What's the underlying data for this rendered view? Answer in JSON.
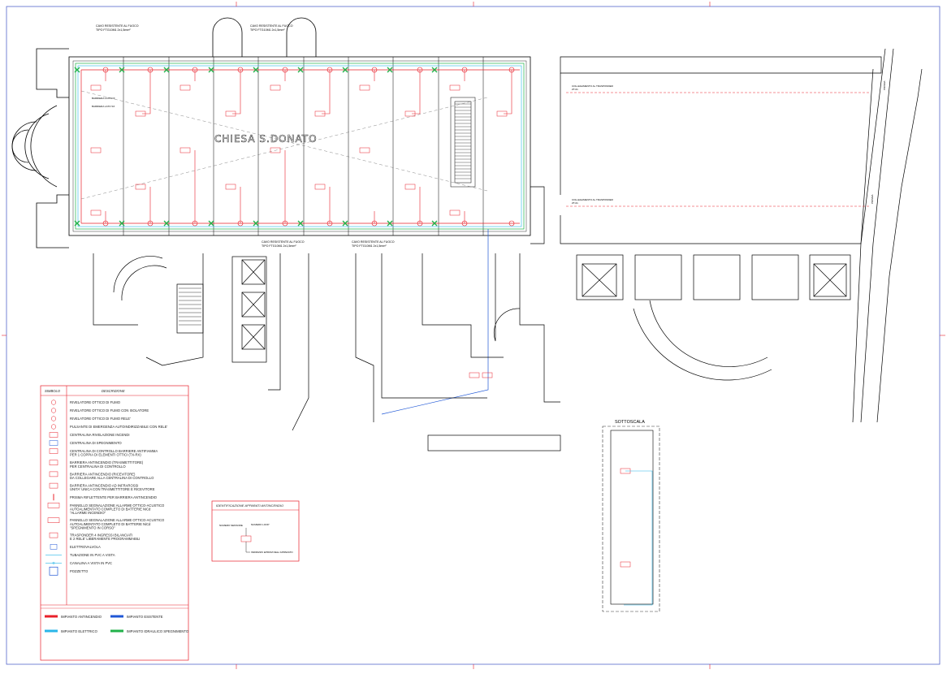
{
  "church_label": "CHIESA S.DONATO",
  "cable_notes": {
    "top_left": [
      "CAVO RESISTENTE AL FUOCO",
      "TIPO FTG10M1 2x1,5mm²"
    ],
    "top_mid": [
      "CAVO RESISTENTE AL FUOCO",
      "TIPO FTG10M1 2x1,5mm²"
    ],
    "bottom_left": [
      "CAVO RESISTENTE AL FUOCO",
      "TIPO FTG10M1 2x1,5mm²"
    ],
    "bottom_right": [
      "CAVO RESISTENTE AL FUOCO",
      "TIPO FTG10M1 2x1,5mm²"
    ]
  },
  "barrier_labels": [
    "BARRIERA LATO DX",
    "BARRIERA LATO SX"
  ],
  "transponder_notes": [
    [
      "COLLEGAMENTO AL TRASPONDER",
      "ZT-01"
    ],
    [
      "COLLEGAMENTO AL TRASPONDER",
      "ZT-01"
    ]
  ],
  "prism_labels": [
    "PRISMA",
    "PRISMA"
  ],
  "stair_note": [
    "SOTTOSCALA"
  ],
  "sottoscala_label": "SOTTOSCALA",
  "legend": {
    "col_symbol": "SIMBOLO",
    "col_desc": "DESCRIZIONE",
    "rows": [
      {
        "icon": "smoke-detector-icon",
        "text": [
          "RIVELATORE OTTICO DI FUMO"
        ]
      },
      {
        "icon": "smoke-detector-isolator-icon",
        "text": [
          "RIVELATORE OTTICO DI FUMO CON ISOLATORE"
        ]
      },
      {
        "icon": "smoke-detector-relay-icon",
        "text": [
          "RIVELATORE OTTICO DI FUMO RELE'"
        ]
      },
      {
        "icon": "emergency-button-icon",
        "text": [
          "PULSANTE DI EMERGENZA AUTOINDIRIZZABILE CON RELE'"
        ]
      },
      {
        "icon": "fire-panel-icon",
        "text": [
          "CENTRALINA RIVELAZIONE INCENDI"
        ]
      },
      {
        "icon": "extinguish-panel-icon",
        "text": [
          "CENTRALINA DI SPEGNIMENTO"
        ]
      },
      {
        "icon": "barrier-control-icon",
        "text": [
          "CENTRALINA DI CONTROLLO BARRIERE ANTIFIAMMA",
          "PER 1 COPPIA DI ELEMENTI OTTICI (TX-RX)"
        ]
      },
      {
        "icon": "barrier-transmitter-icon",
        "text": [
          "BARRIERA ANTINCENDIO (TRASMETTITORE)",
          "PER CENTRALINA DI CONTROLLO"
        ]
      },
      {
        "icon": "barrier-receiver-icon",
        "text": [
          "BARRIERA ANTINCENDIO (RICEVITORE)",
          "DA COLLEGARE ALLA CENTRALINA DI CONTROLLO"
        ]
      },
      {
        "icon": "infrared-barrier-icon",
        "text": [
          "BARRIERA ANTINCENDIO AD INFRAROSSI",
          "UNITA' UNICA CON TRASMETTITORE E RICEVITORE"
        ]
      },
      {
        "icon": "prism-icon",
        "text": [
          "PRISMA RIFLETTENTE PER BARRIERA ANTINCENDIO"
        ]
      },
      {
        "icon": "alarm-panel-icon",
        "text": [
          "PANNELLO SEGNALAZIONE ALLARME OTTICO-ACUSTICO",
          "AUTOALIMENTATO COMPLETO DI BATTERIE NiCd",
          "\"ALLARME INCENDIO\""
        ]
      },
      {
        "icon": "alarm-panel-2-icon",
        "text": [
          "PANNELLO SEGNALAZIONE ALLARME OTTICO-ACUSTICO",
          "AUTOALIMENTATO COMPLETO DI BATTERIE NiCd",
          "\"SPEGNIMENTO IN CORSO\""
        ]
      },
      {
        "icon": "transponder-icon",
        "text": [
          "TRASPONDER 4 INGRESSI BILANCIATI",
          "E 2 RELE' LIBERAMENTE PROGRAMMABILI"
        ]
      },
      {
        "icon": "solenoid-valve-icon",
        "text": [
          "ELETTROVALVOLA"
        ]
      },
      {
        "icon": "pvc-pipe-icon",
        "text": [
          "TUBAZIONE IN PVC A VISTA"
        ]
      },
      {
        "icon": "pvc-duct-icon",
        "text": [
          "CANALINA A VISTA IN PVC"
        ]
      },
      {
        "icon": "manhole-icon",
        "text": [
          "POZZETTO"
        ]
      }
    ],
    "systems": [
      {
        "name": "IMPIANTO ANTINCENDIO",
        "color": "#e8202a"
      },
      {
        "name": "IMPIANTO ESISTENTE",
        "color": "#1f57d6"
      },
      {
        "name": "IMPIANTO ELETTRICO",
        "color": "#29b6e8"
      },
      {
        "name": "IMPIANTO IDRAULICO SPEGNIMENTO",
        "color": "#22b24a"
      }
    ]
  },
  "ident_box": {
    "title": "IDENTIFICAZIONE APPARATI ANTINCENDIO",
    "numero_sensore": "NUMERO SENSORE",
    "numero_loop": "NUMERO LOOP",
    "indirizzo": "INDIRIZZO EPROM DELL'APPARATO"
  },
  "colors": {
    "fire": "#e8202a",
    "existing": "#1f57d6",
    "electric": "#29b6e8",
    "hydraulic": "#22b24a",
    "frame": "#5566cc",
    "wall": "#000000"
  }
}
